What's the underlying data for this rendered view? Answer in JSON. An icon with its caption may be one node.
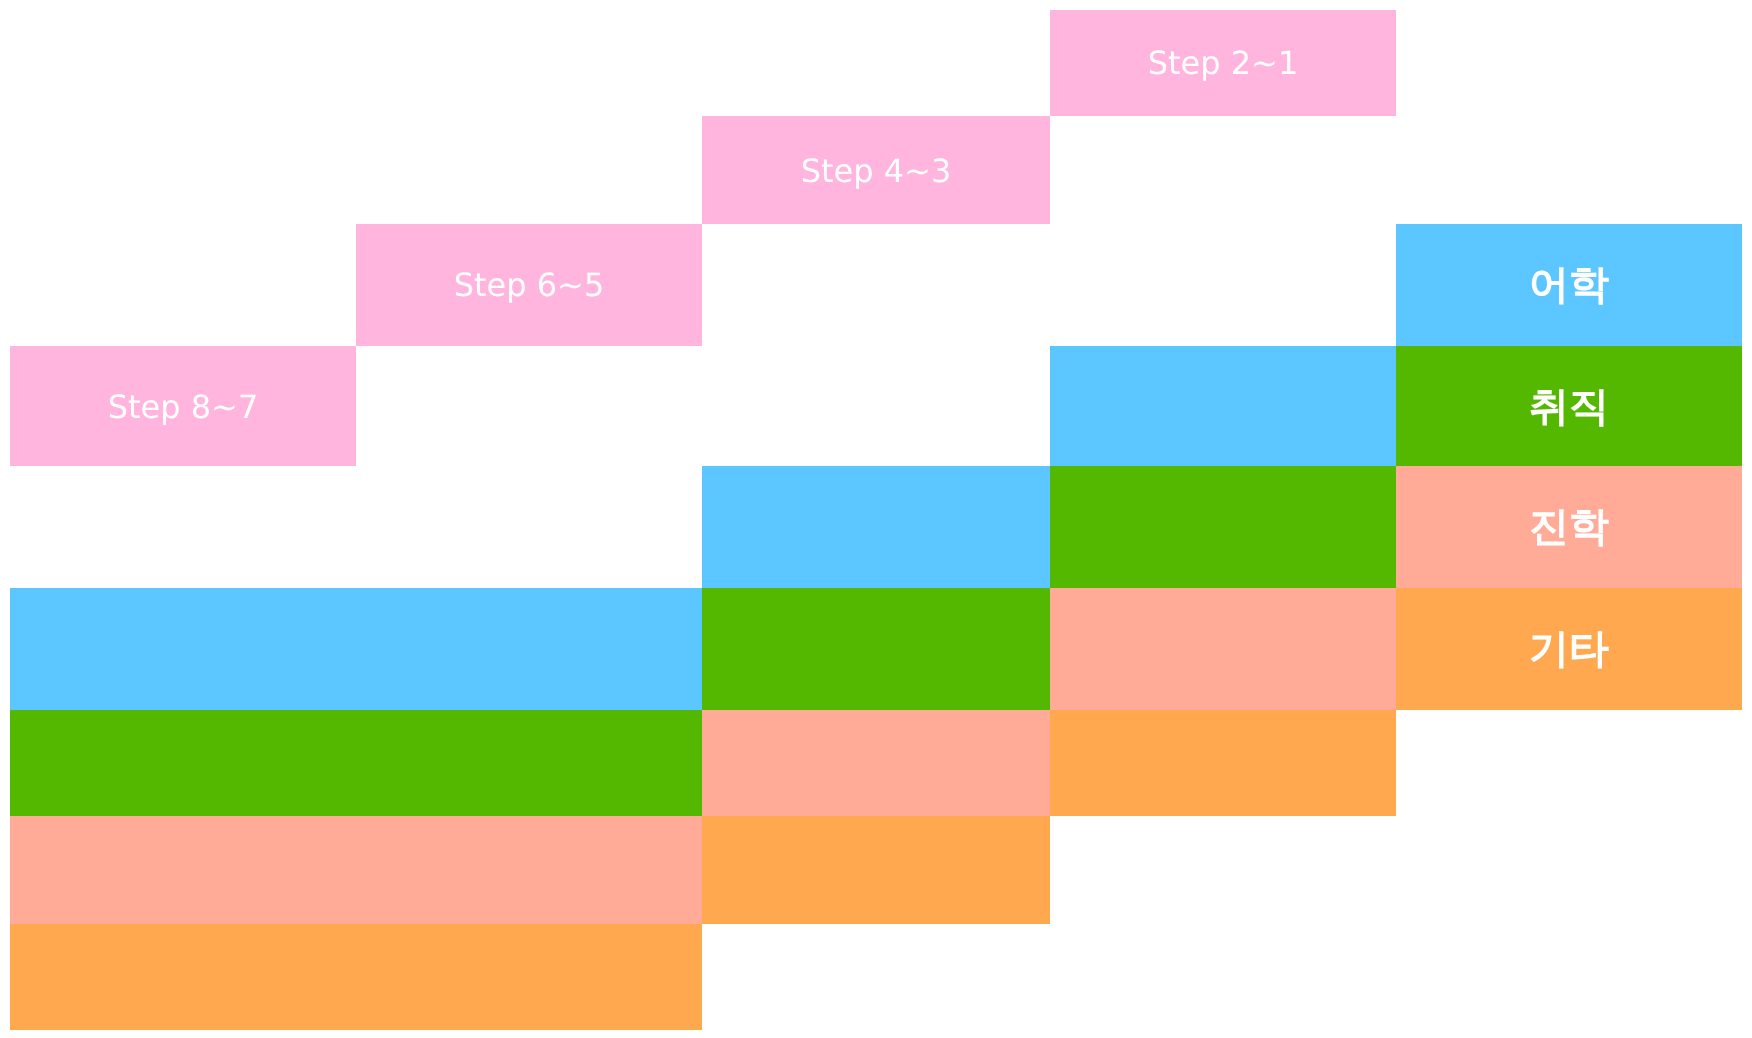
{
  "diagram": {
    "nodes": [
      {
        "text": [
          "Step 2~1"
        ]
      },
      {
        "text": [
          "Step 4~3"
        ]
      },
      {
        "text": [
          "Step 6~5"
        ]
      },
      {
        "text": [
          "Step 8~7"
        ]
      },
      {
        "text": [],
        "shape": "bar"
      },
      {
        "text": [],
        "shape": "bar"
      },
      {
        "text": [],
        "shape": "bar"
      },
      {
        "text": [],
        "shape": "bar"
      },
      {
        "text": [],
        "shape": "bar"
      },
      {
        "text": [],
        "shape": "bar"
      },
      {
        "text": [],
        "shape": "bar"
      },
      {
        "text": [],
        "shape": "bar"
      },
      {
        "text": [],
        "shape": "bar"
      },
      {
        "text": [],
        "shape": "bar"
      },
      {
        "text": [],
        "shape": "bar"
      },
      {
        "text": [],
        "shape": "bar"
      }
    ],
    "legend": [
      {
        "text": "어학",
        "color": "#5bc6ff"
      },
      {
        "text": "취직",
        "color": "#55b800"
      },
      {
        "text": "진학",
        "color": "#ffab97"
      },
      {
        "text": "기타",
        "color": "#ffa84f"
      }
    ]
  }
}
